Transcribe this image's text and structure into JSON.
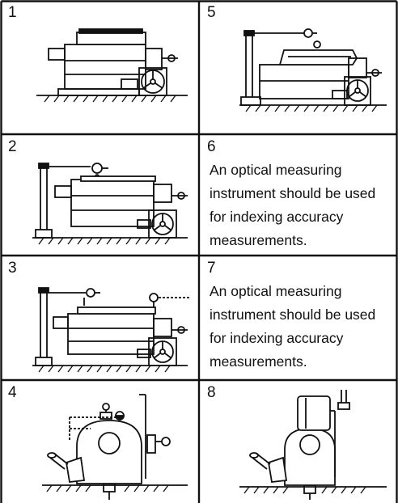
{
  "panels": [
    {
      "number": "1",
      "kind": "drawing"
    },
    {
      "number": "5",
      "kind": "drawing"
    },
    {
      "number": "2",
      "kind": "drawing"
    },
    {
      "number": "6",
      "kind": "text",
      "note": "An optical measuring instrument should be used for indexing accuracy measurements."
    },
    {
      "number": "3",
      "kind": "drawing"
    },
    {
      "number": "7",
      "kind": "text",
      "note": "An optical measuring instrument should be used for indexing accuracy measurements."
    },
    {
      "number": "4",
      "kind": "drawing"
    },
    {
      "number": "8",
      "kind": "drawing"
    }
  ],
  "colors": {
    "ink": "#111111",
    "paper": "#ffffff"
  }
}
